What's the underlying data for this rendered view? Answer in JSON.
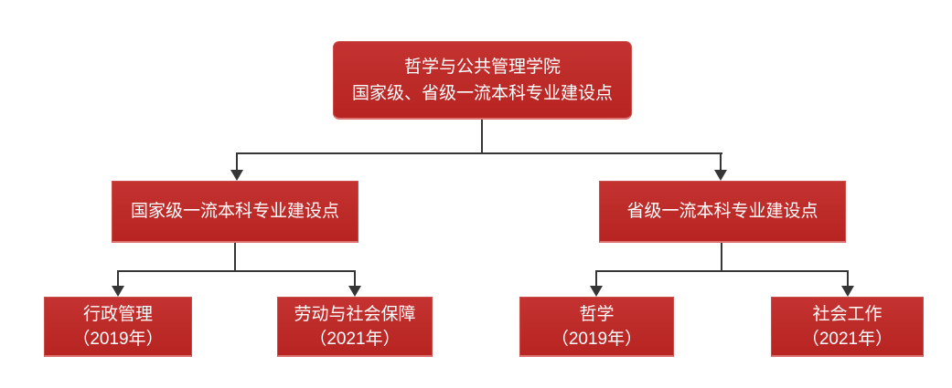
{
  "diagram": {
    "type": "org-chart",
    "colors": {
      "background": "#FFFFFF",
      "box_fill_top": "#C43331",
      "box_fill_bottom": "#B72422",
      "box_outline": "#C94F4B",
      "box_edge_highlight": "#DC7370",
      "connector": "#363636",
      "text": "#FFFFFF"
    },
    "root": {
      "line1": "哲学与公共管理学院",
      "line2": "国家级、省级一流本科专业建设点"
    },
    "branches": [
      {
        "label": "国家级一流本科专业建设点",
        "children": [
          {
            "name": "行政管理",
            "year": "（2019年）"
          },
          {
            "name": "劳动与社会保障",
            "year": "（2021年）"
          }
        ]
      },
      {
        "label": "省级一流本科专业建设点",
        "children": [
          {
            "name": "哲学",
            "year": "（2019年）"
          },
          {
            "name": "社会工作",
            "year": "（2021年）"
          }
        ]
      }
    ]
  }
}
